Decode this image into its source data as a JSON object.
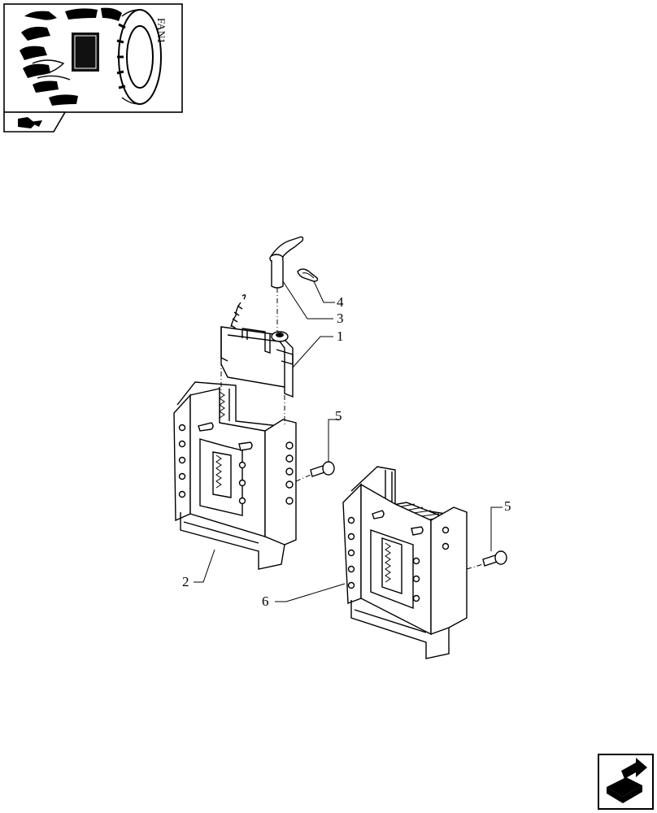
{
  "thumbnail": {
    "text": "FAN1",
    "icon": "tractor-rear-wheel-thumbnail",
    "tab_icon": "book-arrow-icon"
  },
  "callouts": {
    "c1": "1",
    "c2": "2",
    "c3": "3",
    "c4": "4",
    "c5a": "5",
    "c5b": "5",
    "c6": "6"
  },
  "nav": {
    "icon": "next-page-arrow-icon"
  }
}
